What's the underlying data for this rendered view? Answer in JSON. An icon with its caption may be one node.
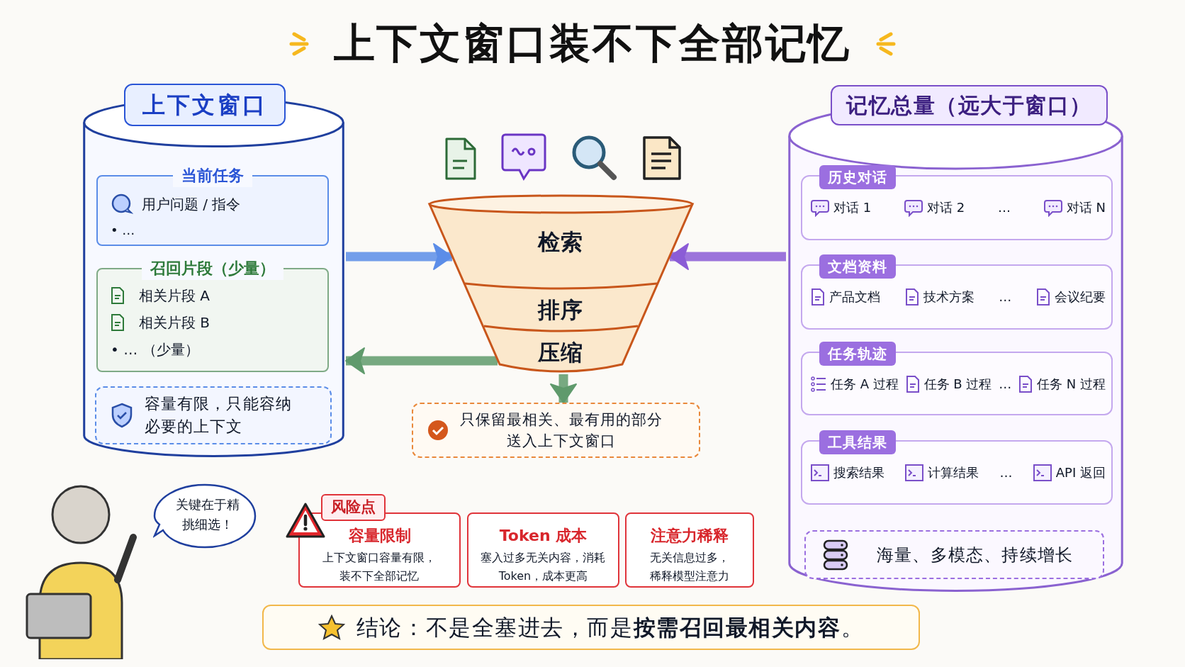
{
  "diagram": {
    "title": "上下文窗口装不下全部记忆",
    "nodes": [
      {
        "text": [
          "上下文窗口"
        ]
      },
      {
        "text": [
          "当前任务",
          "用户问题 / 指令",
          "• …"
        ],
        "in": 0
      },
      {
        "text": [
          "召回片段（少量）",
          "相关片段 A",
          "相关片段 B",
          "• … （少量）"
        ],
        "in": 0
      },
      {
        "text": [
          "容量有限，只能容纳必要的上下文"
        ],
        "in": 0
      },
      {
        "text": [
          "检索",
          "排序",
          "压缩"
        ]
      },
      {
        "text": [
          "只保留最相关、最有用的部分送入上下文窗口"
        ]
      },
      {
        "text": [
          "记忆总量（远大于窗口）"
        ]
      },
      {
        "text": [
          "历史对话",
          "对话 1",
          "对话 2",
          "…",
          "对话 N"
        ],
        "in": 6
      },
      {
        "text": [
          "文档资料",
          "产品文档",
          "技术方案",
          "…",
          "会议纪要"
        ],
        "in": 6
      },
      {
        "text": [
          "任务轨迹",
          "任务 A 过程",
          "任务 B 过程",
          "…",
          "任务 N 过程"
        ],
        "in": 6
      },
      {
        "text": [
          "工具结果",
          "搜索结果",
          "计算结果",
          "…",
          "API 返回"
        ],
        "in": 6
      },
      {
        "text": [
          "海量、多模态、持续增长"
        ],
        "in": 6
      },
      {
        "text": [
          "关键在于精挑细选！"
        ]
      },
      {
        "text": [
          "容量限制",
          "上下文窗口容量有限，装不下全部记忆"
        ]
      },
      {
        "text": [
          "Token 成本",
          "塞入过多无关内容，消耗 Token，成本更高"
        ]
      },
      {
        "text": [
          "注意力稀释",
          "无关信息过多，稀释模型注意力"
        ]
      },
      {
        "text": [
          "结论：不是全塞进去，而是**按需召回最相关内容**。"
        ]
      }
    ],
    "edges": [
      {
        "from": 0,
        "to": 4,
        "arrow": "to",
        "color": "#5b8de8"
      },
      {
        "from": 6,
        "to": 4,
        "arrow": "to",
        "color": "#8b5cd6"
      },
      {
        "from": 4,
        "to": 0,
        "arrow": "to",
        "color": "#5f9a6c"
      },
      {
        "from": 4,
        "to": 5,
        "arrow": "to",
        "color": "#5f9a6c"
      }
    ],
    "labels": [
      "风险点"
    ]
  }
}
